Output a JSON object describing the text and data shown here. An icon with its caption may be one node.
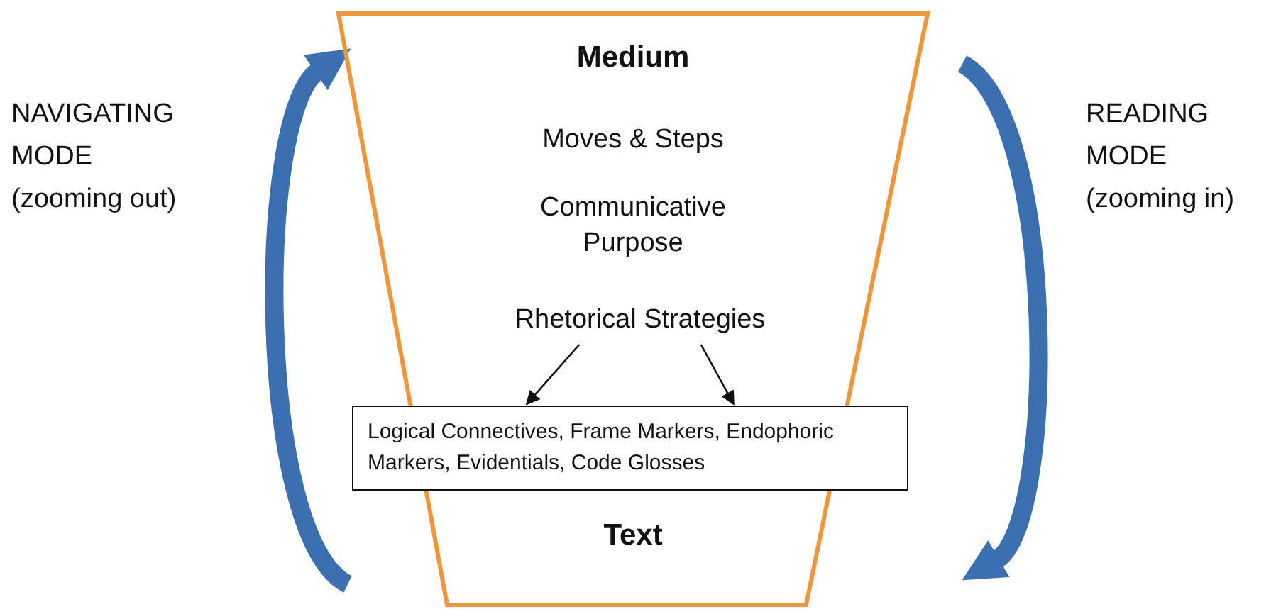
{
  "diagram": {
    "nodes": [
      {
        "text": [
          "Medium",
          "Moves & Steps",
          "Communicative Purpose",
          "Text"
        ]
      },
      {
        "text": [
          "Rhetorical Strategies"
        ],
        "in": 0
      },
      {
        "text": [
          "Logical Connectives, Frame Markers, Endophoric Markers, Evidentials, Code Glosses"
        ],
        "in": 0
      }
    ],
    "edges": [
      {
        "from": 1,
        "to": 2,
        "arrow": "to"
      },
      {
        "from": 1,
        "to": 2,
        "arrow": "to"
      }
    ],
    "labels": [
      "NAVIGATING MODE (zooming out)",
      "READING MODE (zooming in)"
    ]
  }
}
